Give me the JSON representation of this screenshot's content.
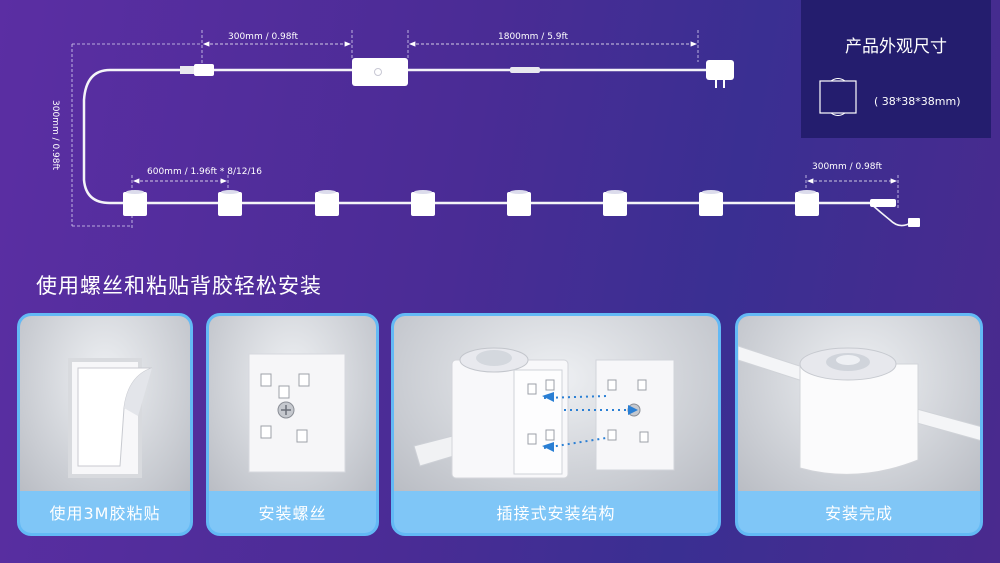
{
  "diagram": {
    "dim_top_left": "300mm / 0.98ft",
    "dim_top_right": "1800mm / 5.9ft",
    "dim_vertical": "300mm / 0.98ft",
    "dim_spacing": "600mm / 1.96ft * 8/12/16",
    "dim_end": "300mm / 0.98ft"
  },
  "spec": {
    "title": "产品外观尺寸",
    "size": "( 38*38*38mm)"
  },
  "headline": "使用螺丝和粘贴背胶轻松安装",
  "cards": [
    {
      "caption": "使用3M胶粘贴"
    },
    {
      "caption": "安装螺丝"
    },
    {
      "caption": "插接式安装结构"
    },
    {
      "caption": "安装完成"
    }
  ],
  "colors": {
    "background": "#4a2c95",
    "card_frame": "#63b9f5",
    "caption_bar": "#7fc6f7",
    "spec_box": "#241d6e"
  }
}
